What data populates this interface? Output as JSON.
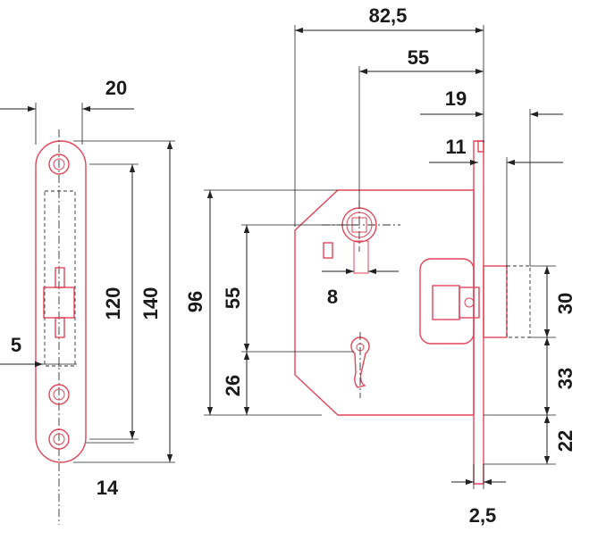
{
  "colors": {
    "part_outline": "#e0455a",
    "dimension": "#222222",
    "text": "#1a1a1a"
  },
  "faceplate_view": {
    "width_label": "20",
    "thickness_label": "14",
    "hole_spacing_label": "120",
    "length_label": "140",
    "offset_label": "5"
  },
  "side_view": {
    "backset_total_label": "82,5",
    "backset_label": "55",
    "bolt_throw_label": "19",
    "latch_offset_label": "11",
    "height_label": "96",
    "center_distance_label": "55",
    "spindle_label": "8",
    "keyhole_offset_label": "26",
    "bolt_height_label": "30",
    "bolt_offset_label": "33",
    "bottom_offset_label": "22",
    "plate_thickness_label": "2,5"
  }
}
